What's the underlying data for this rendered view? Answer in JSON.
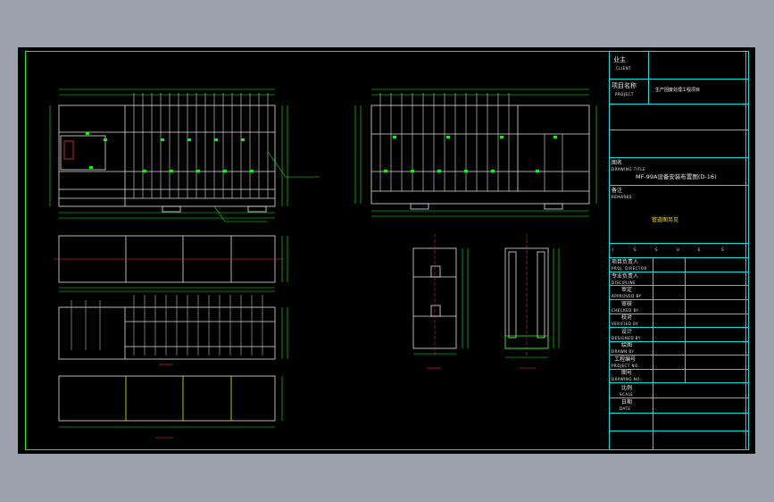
{
  "title_block": {
    "client": {
      "label": "业主",
      "sub": "CLIENT"
    },
    "project": {
      "label": "项目名称",
      "sub": "PROJECT",
      "value": "生产固废处理工程项目"
    },
    "drawing_title": {
      "label": "图名",
      "sub": "DRAWING TITLE",
      "value": "MF-99A设备安装布置图(D-16)"
    },
    "notes": {
      "label": "备注",
      "sub": "REMARKS",
      "value": "管道图另见"
    },
    "stages_row": [
      "I",
      "S",
      "S",
      "U",
      "E",
      "S"
    ],
    "signatures": [
      {
        "label": "项目负责人",
        "sub": "PROJ. DIRECTOR"
      },
      {
        "label": "专业负责人",
        "sub": "DISCIPLINE"
      },
      {
        "label": "审定",
        "sub": "APPROVED BY"
      },
      {
        "label": "审核",
        "sub": "CHECKED BY"
      },
      {
        "label": "校对",
        "sub": "VERIFIED BY"
      },
      {
        "label": "设计",
        "sub": "DESIGNED BY"
      },
      {
        "label": "绘图",
        "sub": "DRAWN BY"
      },
      {
        "label": "工程编号",
        "sub": "PROJECT NO."
      },
      {
        "label": "图号",
        "sub": "DRAWING NO."
      },
      {
        "label": "比例",
        "sub": "SCALE"
      },
      {
        "label": "日期",
        "sub": "DATE"
      }
    ]
  },
  "colors": {
    "background": "#000000",
    "frame": "#00ff00",
    "title_block_lines": "#00e5e5",
    "outline": "#e0e0e0",
    "dimension": "#00ff00",
    "center_line": "#ff3030",
    "accent": "#f2e600"
  },
  "icons": [
    "grid-guard-icon"
  ]
}
